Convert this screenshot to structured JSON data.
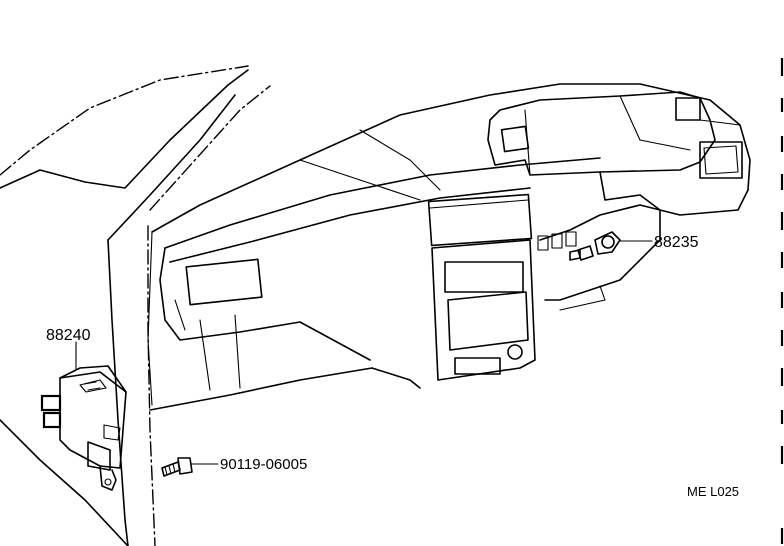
{
  "callouts": {
    "switch_part": "88235",
    "relay_part": "88240",
    "bolt_part": "90119-06005"
  },
  "figure_code": "ME L025",
  "icons": [
    "dashboard-outline",
    "ac-switch",
    "relay-unit",
    "bolt"
  ]
}
